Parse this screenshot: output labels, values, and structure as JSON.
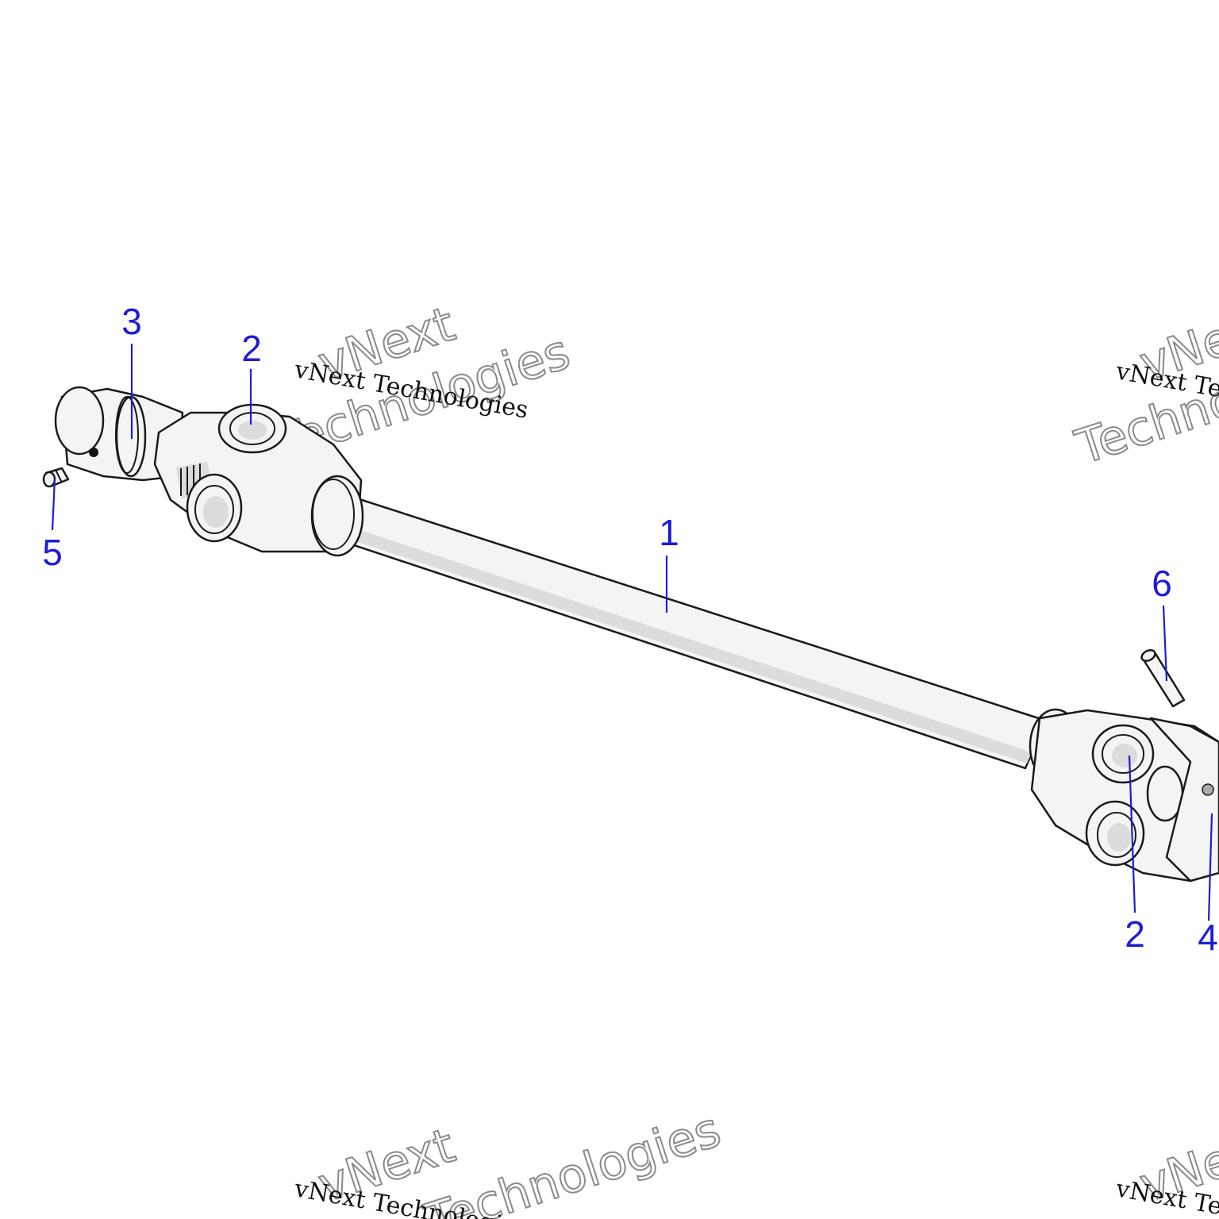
{
  "diagram": {
    "callouts": [
      {
        "id": "c1",
        "label": "1"
      },
      {
        "id": "c2a",
        "label": "2"
      },
      {
        "id": "c2b",
        "label": "2"
      },
      {
        "id": "c3",
        "label": "3"
      },
      {
        "id": "c4",
        "label": "4"
      },
      {
        "id": "c5",
        "label": "5"
      },
      {
        "id": "c6",
        "label": "6"
      }
    ],
    "callout_color": "#1d1dd6"
  },
  "watermark": {
    "line_text": "vNext Technologies",
    "word1": "vNext",
    "word2": "Technologies"
  }
}
